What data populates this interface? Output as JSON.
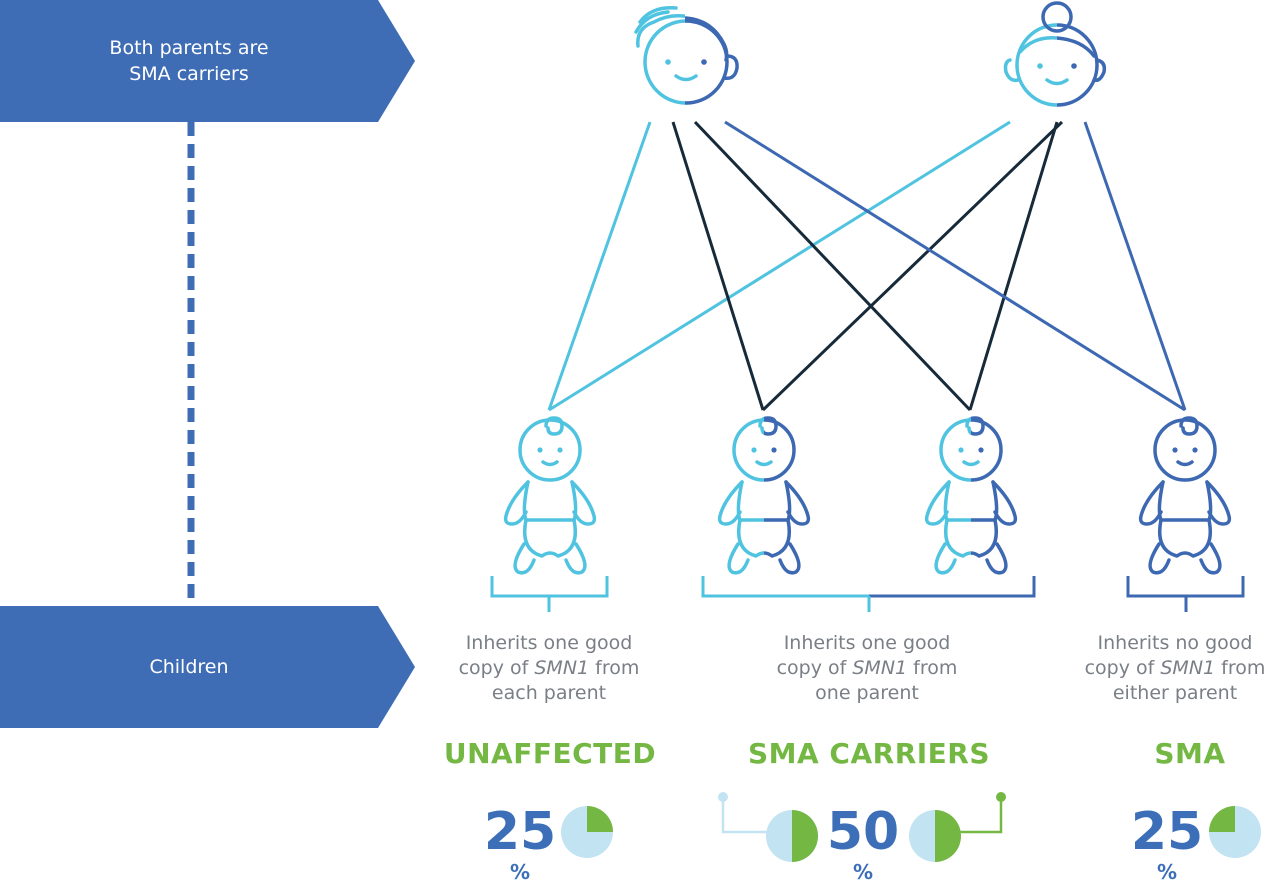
{
  "labels": {
    "parents": [
      "Both parents are",
      "SMA carriers"
    ],
    "children": "Children"
  },
  "groups": [
    {
      "description": [
        "Inherits one good",
        "copy of ",
        "SMN1",
        " from",
        "each parent"
      ],
      "outcome": "UNAFFECTED",
      "percent": 25,
      "percent_sign": "%"
    },
    {
      "description": [
        "Inherits one good",
        "copy of ",
        "SMN1",
        " from",
        "one parent"
      ],
      "outcome": "SMA CARRIERS",
      "percent": 50,
      "percent_sign": "%"
    },
    {
      "description": [
        "Inherits no good",
        "copy of ",
        "SMN1",
        " from",
        "either parent"
      ],
      "outcome": "SMA",
      "percent": 25,
      "percent_sign": "%"
    }
  ],
  "colors": {
    "banner": "#3f6db5",
    "light_blue": "#4fc3e0",
    "dark_blue": "#3d68b2",
    "navy": "#172a3a",
    "green": "#74b843",
    "pale_blue": "#c2e3f2",
    "gray_text": "#7a7f86"
  },
  "icons": [
    "father-icon",
    "mother-icon",
    "baby-icon",
    "pie-quarter-icon",
    "pie-half-icon"
  ]
}
